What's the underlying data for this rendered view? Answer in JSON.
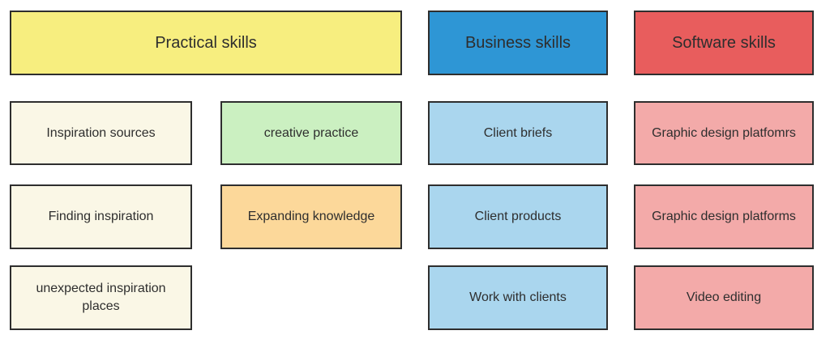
{
  "colors": {
    "header_yellow": "#f7ee7f",
    "header_blue": "#2e96d5",
    "header_red": "#e85d5d",
    "node_cream": "#faf7e6",
    "node_green": "#cbf0c1",
    "node_orange": "#fcd89a",
    "node_light_blue": "#aad6ee",
    "node_pink": "#f3aaa9",
    "border": "#2e2e2e",
    "text": "#2e2e2e"
  },
  "headers": [
    {
      "label": "Practical skills",
      "color": "#f7ee7f"
    },
    {
      "label": "Business skills",
      "color": "#2e96d5"
    },
    {
      "label": "Software skills",
      "color": "#e85d5d"
    }
  ],
  "boxes": [
    {
      "label": "Inspiration sources",
      "color": "#faf7e6"
    },
    {
      "label": "creative practice",
      "color": "#cbf0c1"
    },
    {
      "label": "Client briefs",
      "color": "#aad6ee"
    },
    {
      "label": "Graphic design platfomrs",
      "color": "#f3aaa9"
    },
    {
      "label": "Finding inspiration",
      "color": "#faf7e6"
    },
    {
      "label": "Expanding knowledge",
      "color": "#fcd89a"
    },
    {
      "label": "Client products",
      "color": "#aad6ee"
    },
    {
      "label": "Graphic design platforms",
      "color": "#f3aaa9"
    },
    {
      "label": "unexpected inspiration places",
      "color": "#faf7e6"
    },
    {
      "label": "Work with clients",
      "color": "#aad6ee"
    },
    {
      "label": "Video editing",
      "color": "#f3aaa9"
    }
  ]
}
